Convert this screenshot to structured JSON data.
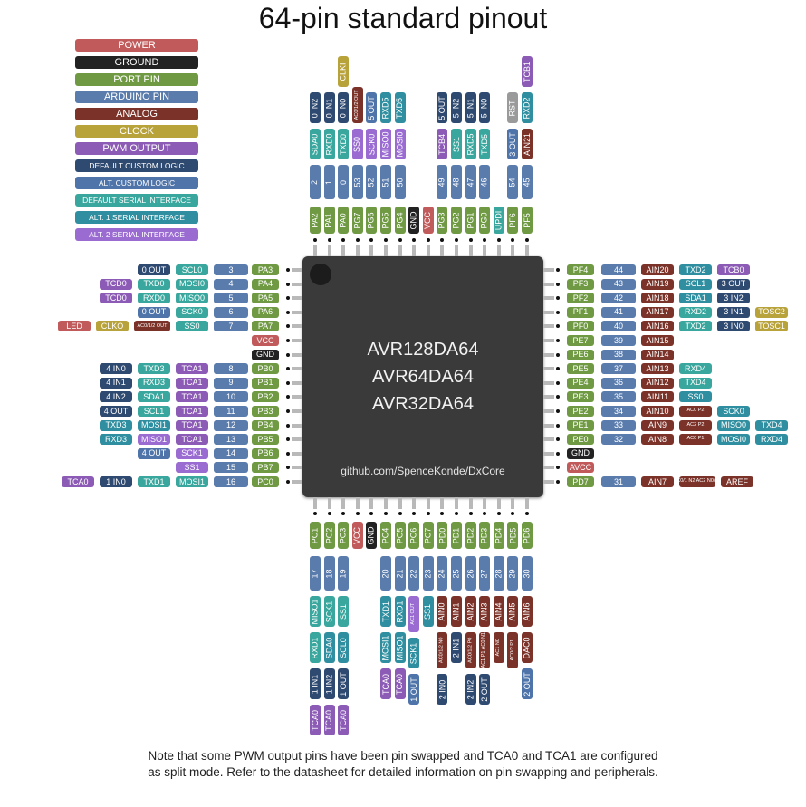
{
  "title": "64-pin standard pinout",
  "chip": {
    "names": [
      "AVR128DA64",
      "AVR64DA64",
      "AVR32DA64"
    ],
    "link": "github.com/SpenceKonde/DxCore"
  },
  "note": "Note that some PWM output pins have been pin swapped and TCA0 and TCA1 are configured as split mode. Refer to the datasheet for detailed information on pin swapping and peripherals.",
  "colors": {
    "power": "#c15b5b",
    "ground": "#222222",
    "port": "#6f9a43",
    "arduino": "#5a7cad",
    "analog": "#7b3228",
    "clock": "#b8a23a",
    "pwm": "#8c5bb5",
    "custom": "#2f4a70",
    "altcustom": "#4e74a9",
    "serial": "#3aa79e",
    "serial1": "#2f8fa0",
    "serial2": "#9a6bd1",
    "gray": "#9a9a9a"
  },
  "legend": [
    {
      "label": "POWER",
      "color": "power"
    },
    {
      "label": "GROUND",
      "color": "ground"
    },
    {
      "label": "PORT PIN",
      "color": "port"
    },
    {
      "label": "ARDUINO PIN",
      "color": "arduino"
    },
    {
      "label": "ANALOG",
      "color": "analog"
    },
    {
      "label": "CLOCK",
      "color": "clock"
    },
    {
      "label": "PWM OUTPUT",
      "color": "pwm"
    },
    {
      "label": "DEFAULT CUSTOM LOGIC",
      "color": "custom",
      "small": true
    },
    {
      "label": "ALT. CUSTOM LOGIC",
      "color": "altcustom",
      "small": true
    },
    {
      "label": "DEFAULT SERIAL INTERFACE",
      "color": "serial",
      "small": true
    },
    {
      "label": "ALT. 1 SERIAL INTERFACE",
      "color": "serial1",
      "small": true
    },
    {
      "label": "ALT. 2 SERIAL INTERFACE",
      "color": "serial2",
      "small": true
    }
  ],
  "left_pins": [
    {
      "port": "PA3",
      "num": "3",
      "f": [
        {
          "t": "SCL0",
          "c": "serial"
        },
        {
          "t": "0 OUT",
          "c": "custom"
        }
      ]
    },
    {
      "port": "PA4",
      "num": "4",
      "f": [
        {
          "t": "MOSI0",
          "c": "serial"
        },
        {
          "t": "TXD0",
          "c": "serial"
        },
        {
          "t": "TCD0",
          "c": "pwm"
        }
      ]
    },
    {
      "port": "PA5",
      "num": "5",
      "f": [
        {
          "t": "MISO0",
          "c": "serial"
        },
        {
          "t": "RXD0",
          "c": "serial"
        },
        {
          "t": "TCD0",
          "c": "pwm"
        }
      ]
    },
    {
      "port": "PA6",
      "num": "6",
      "f": [
        {
          "t": "SCK0",
          "c": "serial"
        },
        {
          "t": "0 OUT",
          "c": "altcustom"
        }
      ]
    },
    {
      "port": "PA7",
      "num": "7",
      "f": [
        {
          "t": "SS0",
          "c": "serial"
        },
        {
          "t": "AC0/1/2 OUT",
          "c": "analog",
          "tiny": true
        },
        {
          "t": "CLKO",
          "c": "clock"
        },
        {
          "t": "LED",
          "c": "power"
        }
      ]
    },
    {
      "port": "VCC",
      "c": "power"
    },
    {
      "port": "GND",
      "c": "ground"
    },
    {
      "port": "PB0",
      "num": "8",
      "f": [
        {
          "t": "TCA1",
          "c": "pwm"
        },
        {
          "t": "TXD3",
          "c": "serial"
        },
        {
          "t": "4 IN0",
          "c": "custom"
        }
      ]
    },
    {
      "port": "PB1",
      "num": "9",
      "f": [
        {
          "t": "TCA1",
          "c": "pwm"
        },
        {
          "t": "RXD3",
          "c": "serial"
        },
        {
          "t": "4 IN1",
          "c": "custom"
        }
      ]
    },
    {
      "port": "PB2",
      "num": "10",
      "f": [
        {
          "t": "TCA1",
          "c": "pwm"
        },
        {
          "t": "SDA1",
          "c": "serial"
        },
        {
          "t": "4 IN2",
          "c": "custom"
        }
      ]
    },
    {
      "port": "PB3",
      "num": "11",
      "f": [
        {
          "t": "TCA1",
          "c": "pwm"
        },
        {
          "t": "SCL1",
          "c": "serial"
        },
        {
          "t": "4 OUT",
          "c": "custom"
        }
      ]
    },
    {
      "port": "PB4",
      "num": "12",
      "f": [
        {
          "t": "TCA1",
          "c": "pwm"
        },
        {
          "t": "MOSI1",
          "c": "serial1"
        },
        {
          "t": "TXD3",
          "c": "serial1"
        }
      ]
    },
    {
      "port": "PB5",
      "num": "13",
      "f": [
        {
          "t": "TCA1",
          "c": "pwm"
        },
        {
          "t": "MISO1",
          "c": "serial2"
        },
        {
          "t": "RXD3",
          "c": "serial1"
        }
      ]
    },
    {
      "port": "PB6",
      "num": "14",
      "f": [
        {
          "t": "SCK1",
          "c": "serial2"
        },
        {
          "t": "4 OUT",
          "c": "altcustom"
        }
      ]
    },
    {
      "port": "PB7",
      "num": "15",
      "f": [
        {
          "t": "SS1",
          "c": "serial2"
        }
      ]
    },
    {
      "port": "PC0",
      "num": "16",
      "f": [
        {
          "t": "MOSI1",
          "c": "serial"
        },
        {
          "t": "TXD1",
          "c": "serial"
        },
        {
          "t": "1 IN0",
          "c": "custom"
        },
        {
          "t": "TCA0",
          "c": "pwm"
        }
      ]
    }
  ],
  "right_pins": [
    {
      "port": "PF4",
      "num": "44",
      "f": [
        {
          "t": "AIN20",
          "c": "analog"
        },
        {
          "t": "TXD2",
          "c": "serial1"
        },
        {
          "t": "TCB0",
          "c": "pwm"
        }
      ]
    },
    {
      "port": "PF3",
      "num": "43",
      "f": [
        {
          "t": "AIN19",
          "c": "analog"
        },
        {
          "t": "SCL1",
          "c": "serial1"
        },
        {
          "t": "3 OUT",
          "c": "custom"
        }
      ]
    },
    {
      "port": "PF2",
      "num": "42",
      "f": [
        {
          "t": "AIN18",
          "c": "analog"
        },
        {
          "t": "SDA1",
          "c": "serial1"
        },
        {
          "t": "3 IN2",
          "c": "custom"
        }
      ]
    },
    {
      "port": "PF1",
      "num": "41",
      "f": [
        {
          "t": "AIN17",
          "c": "analog"
        },
        {
          "t": "RXD2",
          "c": "serial"
        },
        {
          "t": "3 IN1",
          "c": "custom"
        },
        {
          "t": "TOSC2",
          "c": "clock"
        }
      ]
    },
    {
      "port": "PF0",
      "num": "40",
      "f": [
        {
          "t": "AIN16",
          "c": "analog"
        },
        {
          "t": "TXD2",
          "c": "serial"
        },
        {
          "t": "3 IN0",
          "c": "custom"
        },
        {
          "t": "TOSC1",
          "c": "clock"
        }
      ]
    },
    {
      "port": "PE7",
      "num": "39",
      "f": [
        {
          "t": "AIN15",
          "c": "analog"
        }
      ]
    },
    {
      "port": "PE6",
      "num": "38",
      "f": [
        {
          "t": "AIN14",
          "c": "analog"
        }
      ]
    },
    {
      "port": "PE5",
      "num": "37",
      "f": [
        {
          "t": "AIN13",
          "c": "analog"
        },
        {
          "t": "RXD4",
          "c": "serial"
        }
      ]
    },
    {
      "port": "PE4",
      "num": "36",
      "f": [
        {
          "t": "AIN12",
          "c": "analog"
        },
        {
          "t": "TXD4",
          "c": "serial"
        }
      ]
    },
    {
      "port": "PE3",
      "num": "35",
      "f": [
        {
          "t": "AIN11",
          "c": "analog"
        },
        {
          "t": "SS0",
          "c": "serial1"
        }
      ]
    },
    {
      "port": "PE2",
      "num": "34",
      "f": [
        {
          "t": "AIN10",
          "c": "analog"
        },
        {
          "t": "AC0 P2",
          "c": "analog",
          "tiny": true
        },
        {
          "t": "SCK0",
          "c": "serial1"
        }
      ]
    },
    {
      "port": "PE1",
      "num": "33",
      "f": [
        {
          "t": "AIN9",
          "c": "analog"
        },
        {
          "t": "AC2 P2",
          "c": "analog",
          "tiny": true
        },
        {
          "t": "MISO0",
          "c": "serial1"
        },
        {
          "t": "TXD4",
          "c": "serial1"
        }
      ]
    },
    {
      "port": "PE0",
      "num": "32",
      "f": [
        {
          "t": "AIN8",
          "c": "analog"
        },
        {
          "t": "AC0 P1",
          "c": "analog",
          "tiny": true
        },
        {
          "t": "MOSI0",
          "c": "serial1"
        },
        {
          "t": "RXD4",
          "c": "serial1"
        }
      ]
    },
    {
      "port": "GND",
      "c": "ground"
    },
    {
      "port": "AVCC",
      "c": "power"
    },
    {
      "port": "PD7",
      "num": "31",
      "f": [
        {
          "t": "AIN7",
          "c": "analog"
        },
        {
          "t": "AC0/1 N2 AC2 N0/N2",
          "c": "analog",
          "tiny": true
        },
        {
          "t": "AREF",
          "c": "analog"
        }
      ]
    }
  ],
  "top_pins": [
    {
      "port": "PA2",
      "num": "2",
      "f": [
        {
          "t": "SDA0",
          "c": "serial"
        },
        {
          "t": "0 IN2",
          "c": "custom"
        }
      ]
    },
    {
      "port": "PA1",
      "num": "1",
      "f": [
        {
          "t": "RXD0",
          "c": "serial"
        },
        {
          "t": "0 IN1",
          "c": "custom"
        }
      ]
    },
    {
      "port": "PA0",
      "num": "0",
      "f": [
        {
          "t": "TXD0",
          "c": "serial"
        },
        {
          "t": "0 IN0",
          "c": "custom"
        },
        {
          "t": "CLKI",
          "c": "clock"
        }
      ]
    },
    {
      "port": "PG7",
      "num": "53",
      "f": [
        {
          "t": "SS0",
          "c": "serial2"
        },
        {
          "t": "AC0/1/2 OUT",
          "c": "analog",
          "tiny": true
        }
      ]
    },
    {
      "port": "PG6",
      "num": "52",
      "f": [
        {
          "t": "SCK0",
          "c": "serial2"
        },
        {
          "t": "5 OUT",
          "c": "altcustom"
        }
      ]
    },
    {
      "port": "PG5",
      "num": "51",
      "f": [
        {
          "t": "MISO0",
          "c": "serial2"
        },
        {
          "t": "RXD5",
          "c": "serial1"
        }
      ]
    },
    {
      "port": "PG4",
      "num": "50",
      "f": [
        {
          "t": "MOSI0",
          "c": "serial2"
        },
        {
          "t": "TXD5",
          "c": "serial1"
        }
      ]
    },
    {
      "port": "GND",
      "c": "ground"
    },
    {
      "port": "VCC",
      "c": "power"
    },
    {
      "port": "PG3",
      "num": "49",
      "f": [
        {
          "t": "TCB4",
          "c": "pwm"
        },
        {
          "t": "5 OUT",
          "c": "custom"
        }
      ]
    },
    {
      "port": "PG2",
      "num": "48",
      "f": [
        {
          "t": "SS1",
          "c": "serial"
        },
        {
          "t": "5 IN2",
          "c": "custom"
        }
      ]
    },
    {
      "port": "PG1",
      "num": "47",
      "f": [
        {
          "t": "RXD5",
          "c": "serial"
        },
        {
          "t": "5 IN1",
          "c": "custom"
        }
      ]
    },
    {
      "port": "PG0",
      "num": "46",
      "f": [
        {
          "t": "TXD5",
          "c": "serial"
        },
        {
          "t": "5 IN0",
          "c": "custom"
        }
      ]
    },
    {
      "port": "UPDI",
      "c": "serial"
    },
    {
      "port": "PF6",
      "num": "54",
      "f": [
        {
          "t": "3 OUT",
          "c": "altcustom"
        },
        {
          "t": "RST",
          "c": "gray"
        }
      ]
    },
    {
      "port": "PF5",
      "num": "45",
      "f": [
        {
          "t": "AIN21",
          "c": "analog"
        },
        {
          "t": "RXD2",
          "c": "serial1"
        },
        {
          "t": "TCB1",
          "c": "pwm"
        }
      ]
    }
  ],
  "bottom_pins": [
    {
      "port": "PC1",
      "num": "17",
      "f": [
        {
          "t": "MISO1",
          "c": "serial"
        },
        {
          "t": "RXD1",
          "c": "serial"
        },
        {
          "t": "1 IN1",
          "c": "custom"
        },
        {
          "t": "TCA0",
          "c": "pwm"
        }
      ]
    },
    {
      "port": "PC2",
      "num": "18",
      "f": [
        {
          "t": "SCK1",
          "c": "serial"
        },
        {
          "t": "SDA0",
          "c": "serial1"
        },
        {
          "t": "1 IN2",
          "c": "custom"
        },
        {
          "t": "TCA0",
          "c": "pwm"
        }
      ]
    },
    {
      "port": "PC3",
      "num": "19",
      "f": [
        {
          "t": "SS1",
          "c": "serial"
        },
        {
          "t": "SCL0",
          "c": "serial1"
        },
        {
          "t": "1 OUT",
          "c": "custom"
        },
        {
          "t": "TCA0",
          "c": "pwm"
        }
      ]
    },
    {
      "port": "VCC",
      "c": "power"
    },
    {
      "port": "GND",
      "c": "ground"
    },
    {
      "port": "PC4",
      "num": "20",
      "f": [
        {
          "t": "TXD1",
          "c": "serial1"
        },
        {
          "t": "MOSI1",
          "c": "serial1"
        },
        {
          "t": "TCA0",
          "c": "pwm"
        }
      ]
    },
    {
      "port": "PC5",
      "num": "21",
      "f": [
        {
          "t": "RXD1",
          "c": "serial1"
        },
        {
          "t": "MISO1",
          "c": "serial1"
        },
        {
          "t": "TCA0",
          "c": "pwm"
        }
      ]
    },
    {
      "port": "PC6",
      "num": "22",
      "f": [
        {
          "t": "AC1 OUT",
          "c": "serial2",
          "tiny": true
        },
        {
          "t": "SCK1",
          "c": "serial1"
        },
        {
          "t": "1 OUT",
          "c": "altcustom"
        }
      ]
    },
    {
      "port": "PC7",
      "num": "23",
      "f": [
        {
          "t": "SS1",
          "c": "serial1"
        }
      ]
    },
    {
      "port": "PD0",
      "num": "24",
      "f": [
        {
          "t": "AIN0",
          "c": "analog"
        },
        {
          "t": "AC0/1/2 N0",
          "c": "analog",
          "tiny": true
        },
        {
          "t": "2 IN0",
          "c": "custom"
        }
      ]
    },
    {
      "port": "PD1",
      "num": "25",
      "f": [
        {
          "t": "AIN1",
          "c": "analog"
        },
        {
          "t": "2 IN1",
          "c": "custom"
        }
      ]
    },
    {
      "port": "PD2",
      "num": "26",
      "f": [
        {
          "t": "AIN2",
          "c": "analog"
        },
        {
          "t": "AC0/1/2 P0",
          "c": "analog",
          "tiny": true
        },
        {
          "t": "2 IN2",
          "c": "custom"
        }
      ]
    },
    {
      "port": "PD3",
      "num": "27",
      "f": [
        {
          "t": "AIN3",
          "c": "analog"
        },
        {
          "t": "AC1 P1 AC0 N1",
          "c": "analog",
          "tiny": true
        },
        {
          "t": "2 OUT",
          "c": "custom"
        }
      ]
    },
    {
      "port": "PD4",
      "num": "28",
      "f": [
        {
          "t": "AIN4",
          "c": "analog"
        },
        {
          "t": "AC1 N0",
          "c": "analog",
          "tiny": true
        }
      ]
    },
    {
      "port": "PD5",
      "num": "29",
      "f": [
        {
          "t": "AIN5",
          "c": "analog"
        },
        {
          "t": "AC0/2 P1",
          "c": "analog",
          "tiny": true
        }
      ]
    },
    {
      "port": "PD6",
      "num": "30",
      "f": [
        {
          "t": "AIN6",
          "c": "analog"
        },
        {
          "t": "DAC0",
          "c": "analog"
        },
        {
          "t": "2 OUT",
          "c": "altcustom"
        }
      ]
    }
  ]
}
